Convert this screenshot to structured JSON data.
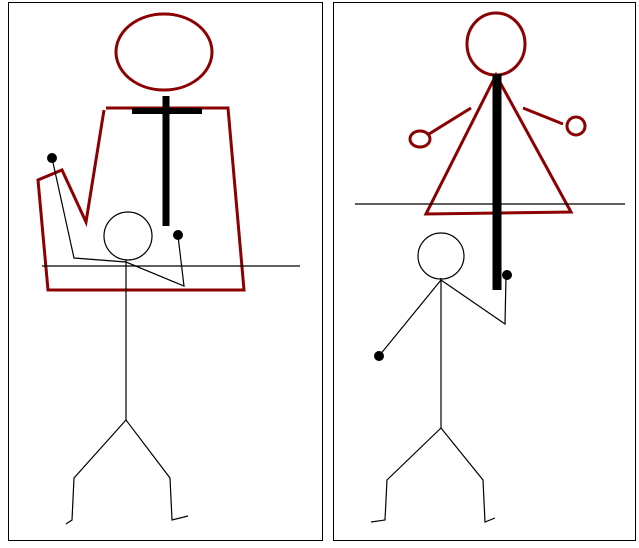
{
  "colors": {
    "background": "#ffffff",
    "frame": "#000000",
    "figure_outline": "#8b0000",
    "stick_figure": "#000000",
    "bar": "#000000"
  },
  "panels": [
    {
      "id": "left",
      "description_name": "left-panel"
    },
    {
      "id": "right",
      "description_name": "right-panel"
    }
  ]
}
